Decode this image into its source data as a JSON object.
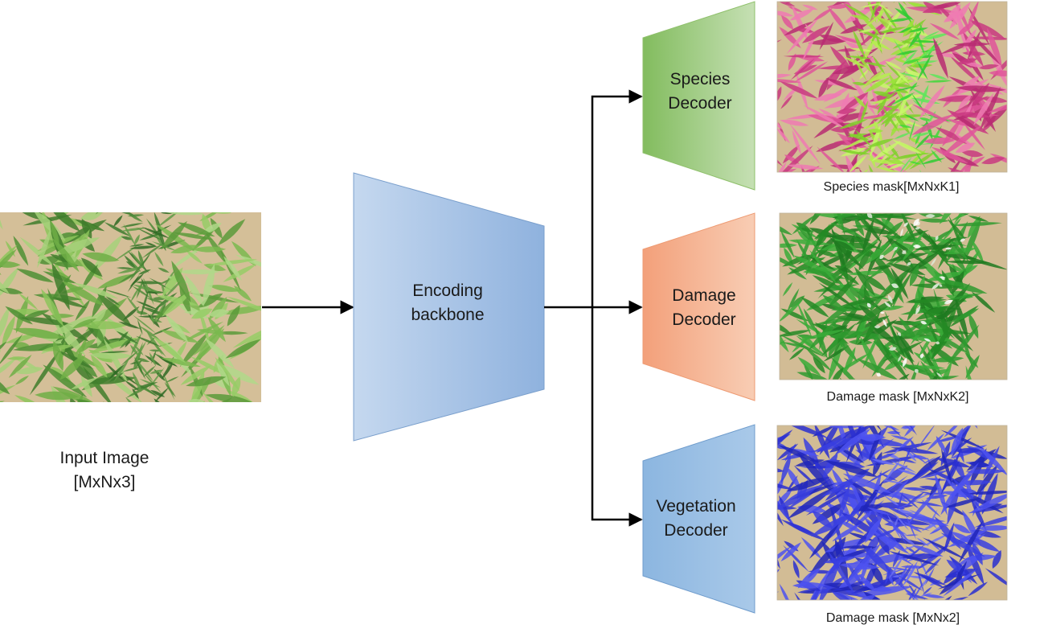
{
  "input": {
    "label_line1": "Input Image",
    "label_line2": "[MxNx3]"
  },
  "encoder": {
    "label_line1": "Encoding",
    "label_line2": "backbone",
    "color": "#8fb2de"
  },
  "decoders": [
    {
      "id": "species",
      "label_line1": "Species",
      "label_line2": "Decoder",
      "color": "#a9d18e",
      "mask_caption": "Species mask[MxNxK1]"
    },
    {
      "id": "damage",
      "label_line1": "Damage",
      "label_line2": "Decoder",
      "color": "#f4b183",
      "mask_caption": "Damage mask [MxNxK2]"
    },
    {
      "id": "vegetation",
      "label_line1": "Vegetation",
      "label_line2": "Decoder",
      "color": "#9dc3e6",
      "mask_caption": "Damage mask [MxNx2]"
    }
  ],
  "colors": {
    "soil": "#d2bc95",
    "plant_green": "#5fa83a",
    "species_magenta": "#d9488e",
    "species_lime": "#9be33a",
    "damage_green": "#2f9a2f",
    "damage_white": "#eef3ea",
    "vegetation_blue": "#3a3fe0",
    "arrow": "#000000"
  }
}
